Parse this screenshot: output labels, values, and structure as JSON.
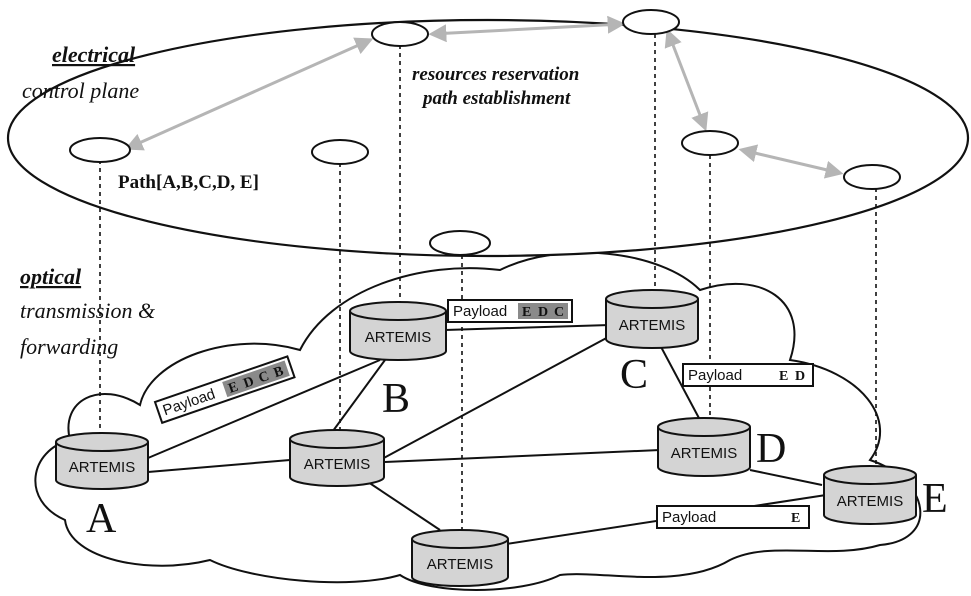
{
  "control_plane": {
    "title": "electrical",
    "subtitle": "control plane",
    "annotation_line1": "resources reservation",
    "annotation_line2": "path establishment",
    "path_label": "Path[A,B,C,D, E]"
  },
  "transport_plane": {
    "title": "optical",
    "subtitle_line1": "transmission &",
    "subtitle_line2": "forwarding"
  },
  "nodes": {
    "label": "ARTEMIS",
    "A": "A",
    "B": "B",
    "C": "C",
    "D": "D",
    "E": "E"
  },
  "payloads": {
    "word": "Payload",
    "ab_headers": [
      "E",
      "D",
      "C",
      "B"
    ],
    "bc_headers": [
      "E",
      "D",
      "C"
    ],
    "cd_headers": [
      "E",
      "D"
    ],
    "de_headers": [
      "E"
    ]
  },
  "colors": {
    "line": "#111111",
    "node_fill": "#d4d4d4",
    "arrow": "#b5b5b5",
    "cloud_fill": "#ffffff",
    "header_dark": "#555555"
  }
}
